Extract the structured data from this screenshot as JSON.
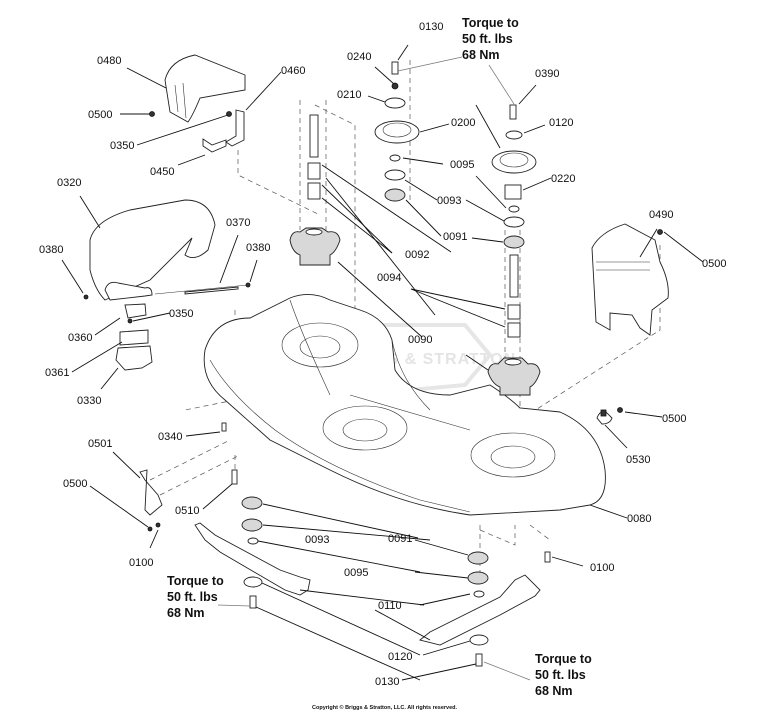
{
  "diagram": {
    "title": "Mower Deck Parts Diagram",
    "watermark": "BRIGGS & STRATTON",
    "copyright": "Copyright © Briggs & Stratton, LLC. All rights reserved.",
    "torque_notes": [
      {
        "lines": [
          "Torque to",
          "50 ft. lbs",
          "68 Nm"
        ]
      },
      {
        "lines": [
          "Torque to",
          "50 ft. lbs",
          "68 Nm"
        ]
      },
      {
        "lines": [
          "Torque to",
          "50 ft. lbs",
          "68 Nm"
        ]
      }
    ],
    "callouts": [
      "0480",
      "0460",
      "0500",
      "0350",
      "0450",
      "0320",
      "0370",
      "0380",
      "0380",
      "0360",
      "0350",
      "0361",
      "0330",
      "0340",
      "0501",
      "0500",
      "0100",
      "0510",
      "0130",
      "0240",
      "0210",
      "0200",
      "0095",
      "0093",
      "0091",
      "0092",
      "0094",
      "0090",
      "0390",
      "0120",
      "0220",
      "0490",
      "0500",
      "0500",
      "0530",
      "0080",
      "0091",
      "0093",
      "0095",
      "0110",
      "0120",
      "0130",
      "0100"
    ]
  }
}
